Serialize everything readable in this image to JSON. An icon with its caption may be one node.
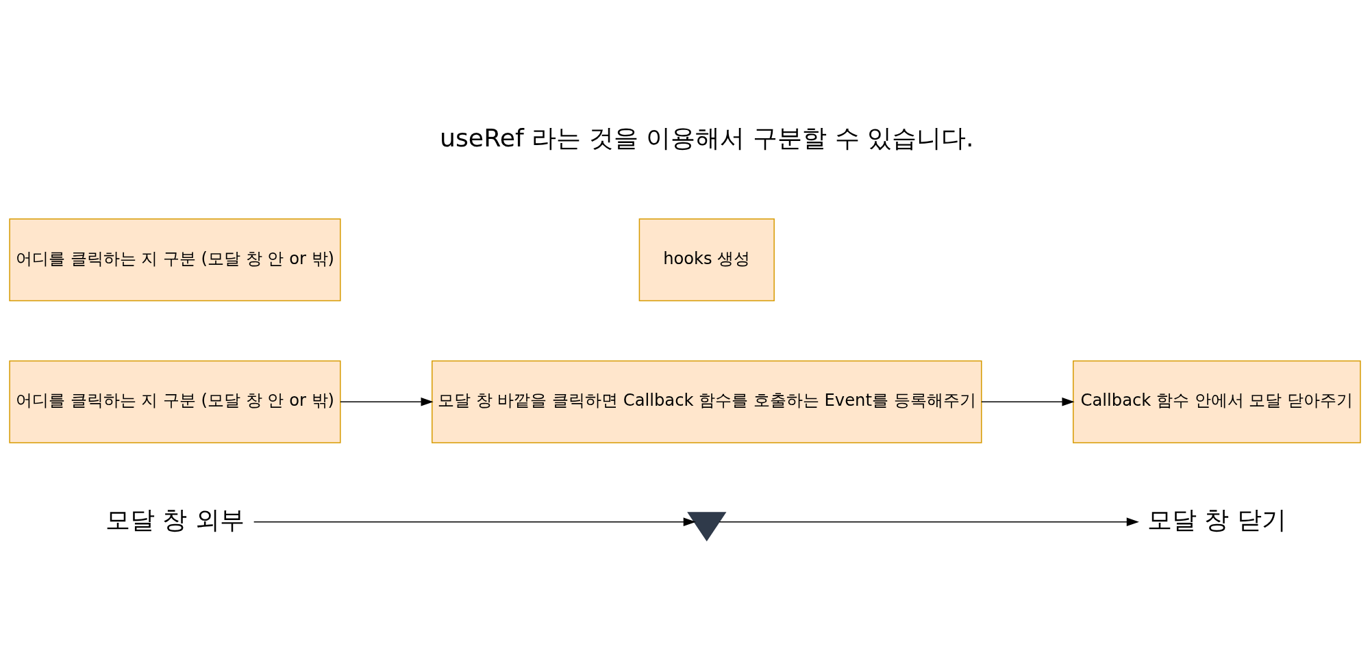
{
  "diagram": {
    "nodes": [
      {
        "text": [
          "모달 창 외부"
        ]
      },
      {
        "text": [],
        "shape": "picture"
      },
      {
        "text": [
          "모달 창 닫기"
        ]
      },
      {
        "text": [
          "어디를 클릭하는 지 구분 (모달 창 안 or 밖)"
        ]
      },
      {
        "text": [
          "모달 창 바깥을 클릭하면 Callback 함수를 호출하는 Event를 등록해주기"
        ]
      },
      {
        "text": [
          "Callback 함수 안에서 모달 닫아주기"
        ]
      },
      {
        "text": [
          "hooks 생성"
        ]
      },
      {
        "text": [
          "어디를 클릭하는 지 구분 (모달 창 안 or 밖)"
        ]
      }
    ],
    "edges": [
      {
        "from": 0,
        "to": 1,
        "arrow": "to"
      },
      {
        "from": 1,
        "to": 2,
        "arrow": "to"
      },
      {
        "from": 3,
        "to": 4,
        "arrow": "to"
      },
      {
        "from": 4,
        "to": 5,
        "arrow": "to"
      }
    ],
    "labels": [
      "useRef 라는 것을 이용해서 구분할 수 있습니다."
    ]
  }
}
